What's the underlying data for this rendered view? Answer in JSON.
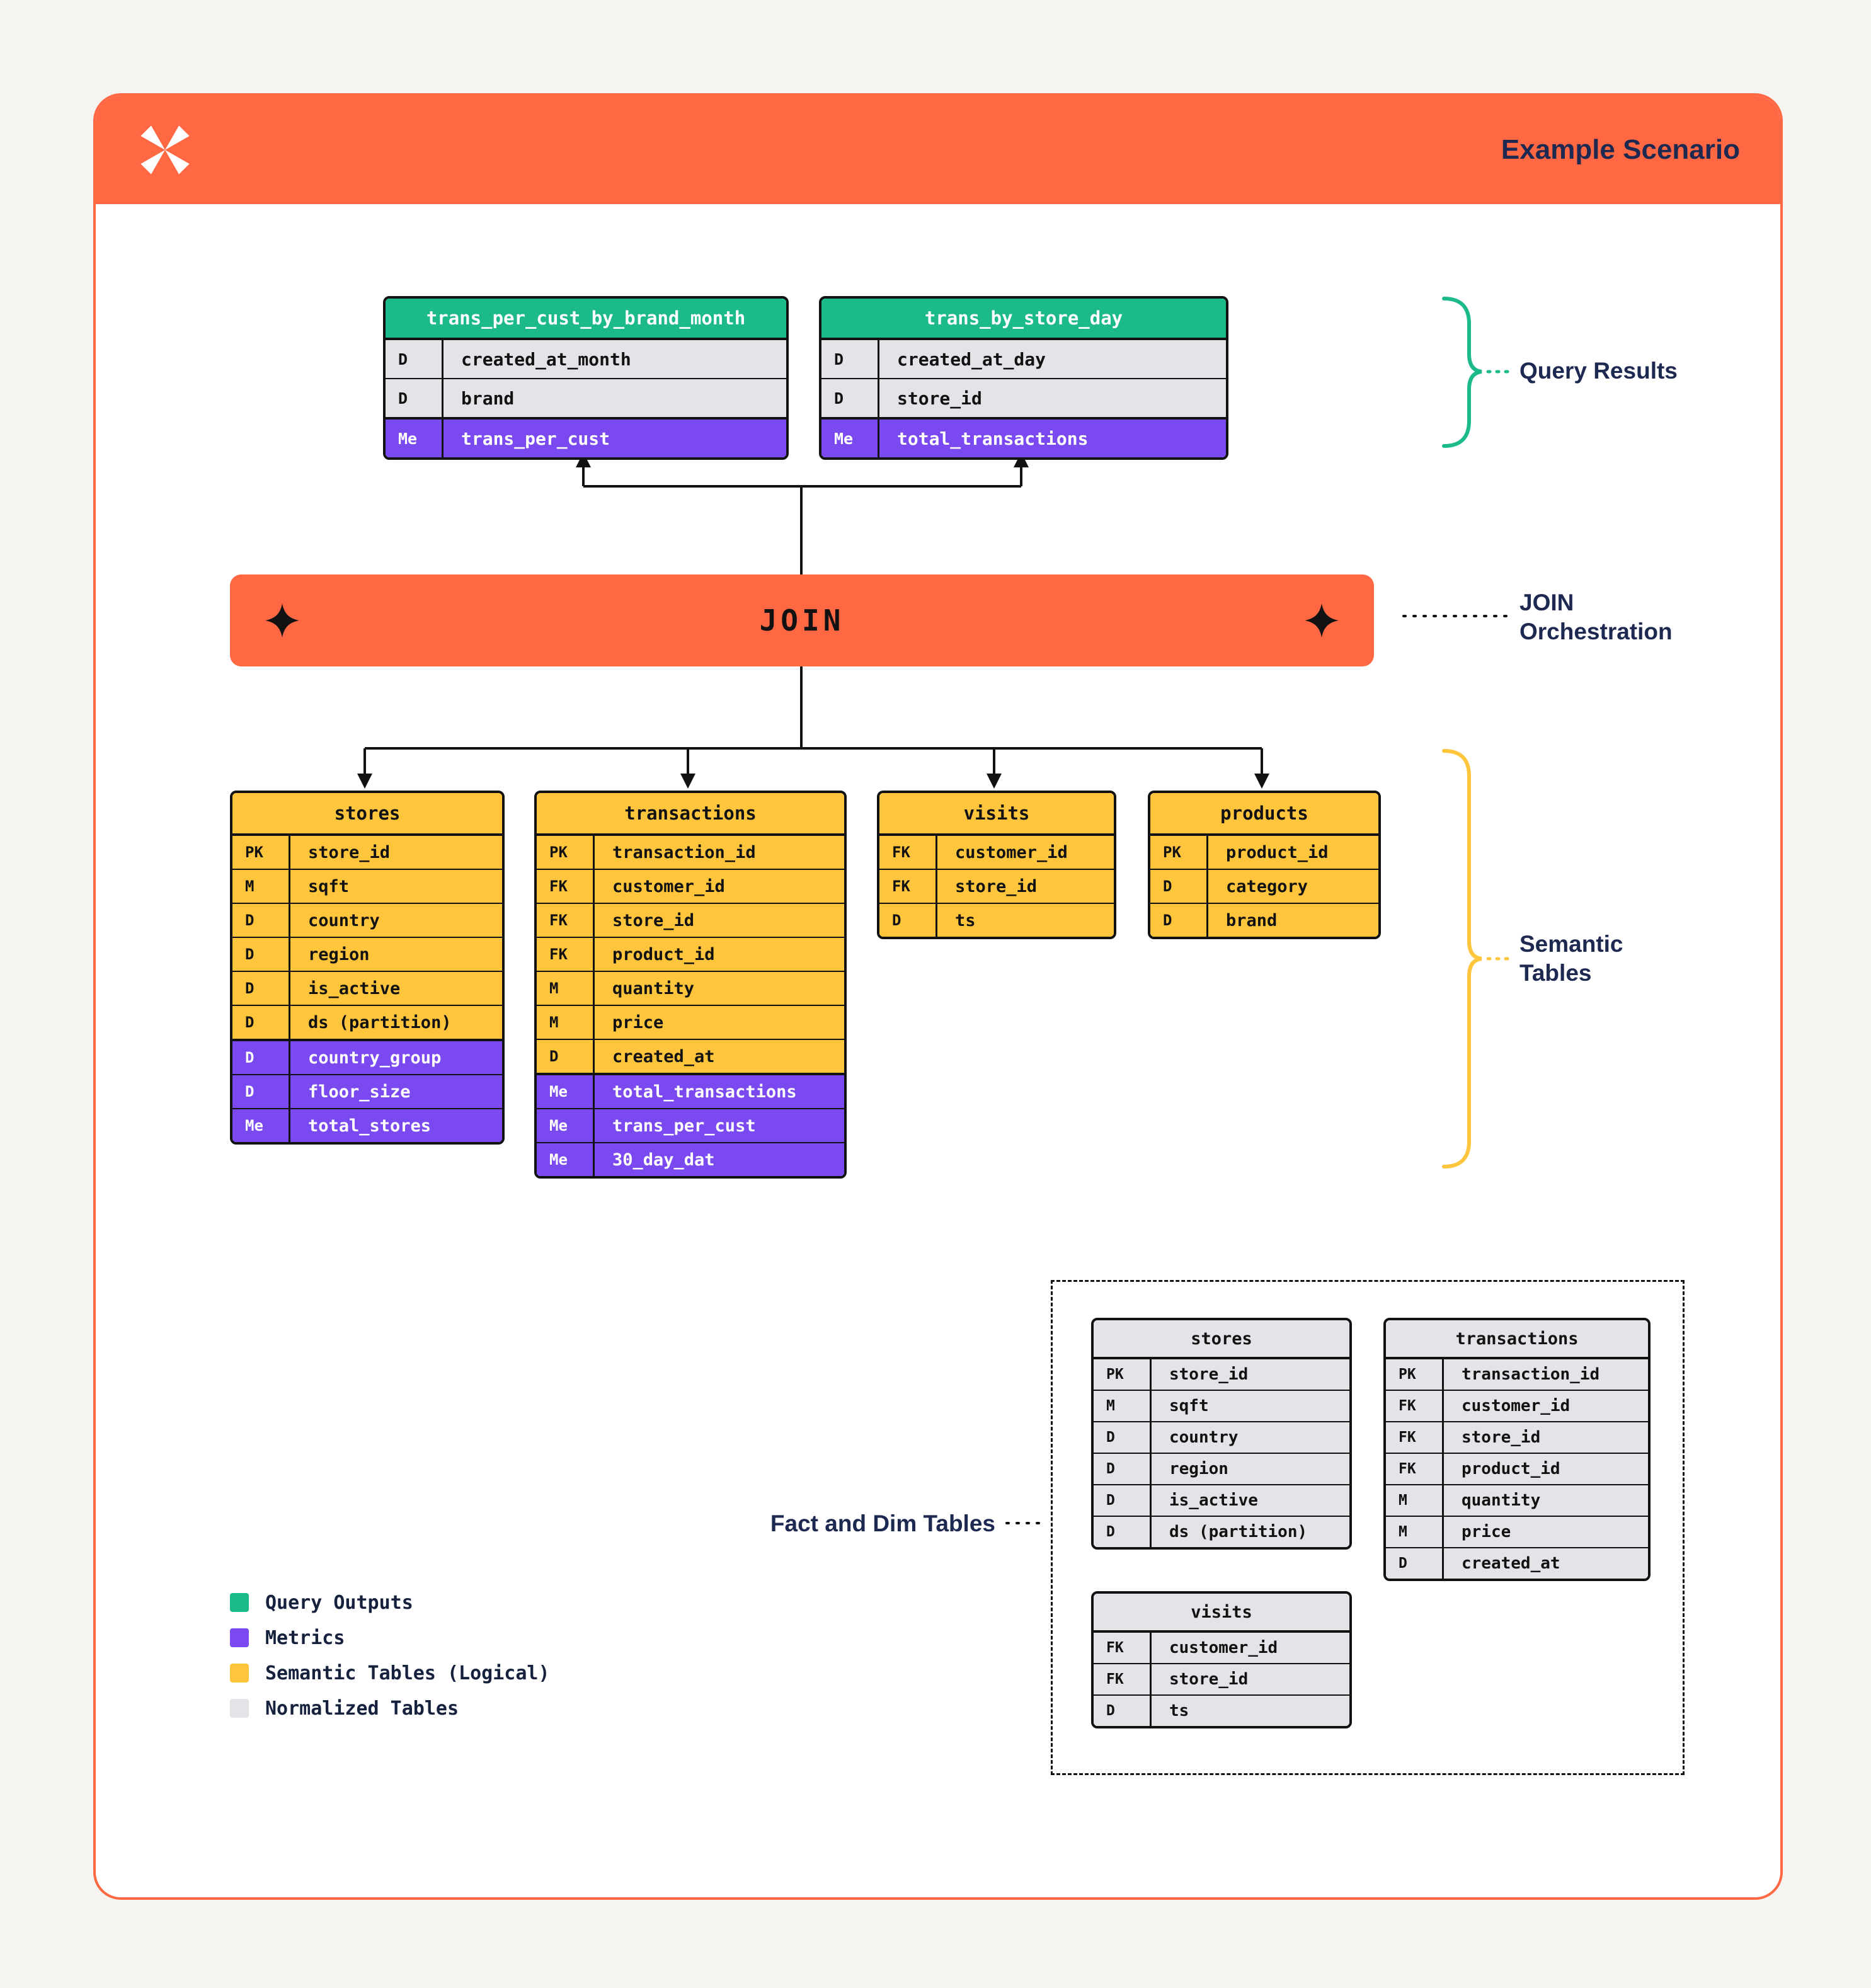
{
  "header": {
    "title": "Example Scenario"
  },
  "join_bar": {
    "label": "JOIN"
  },
  "annotations": {
    "query_results": "Query Results",
    "join_orchestration": [
      "JOIN",
      "Orchestration"
    ],
    "semantic_tables": [
      "Semantic",
      "Tables"
    ],
    "fact_and_dim": "Fact and Dim Tables"
  },
  "query_tables": [
    {
      "title": "trans_per_cust_by_brand_month",
      "header": "green",
      "rows": [
        {
          "key": "D",
          "field": "created_at_month",
          "variant": "gray"
        },
        {
          "key": "D",
          "field": "brand",
          "variant": "gray"
        },
        {
          "key": "Me",
          "field": "trans_per_cust",
          "variant": "purple"
        }
      ]
    },
    {
      "title": "trans_by_store_day",
      "header": "green",
      "rows": [
        {
          "key": "D",
          "field": "created_at_day",
          "variant": "gray"
        },
        {
          "key": "D",
          "field": "store_id",
          "variant": "gray"
        },
        {
          "key": "Me",
          "field": "total_transactions",
          "variant": "purple"
        }
      ]
    }
  ],
  "semantic_tables": [
    {
      "title": "stores",
      "header": "yellow",
      "rows": [
        {
          "key": "PK",
          "field": "store_id",
          "variant": "yellow"
        },
        {
          "key": "M",
          "field": "sqft",
          "variant": "yellow"
        },
        {
          "key": "D",
          "field": "country",
          "variant": "yellow"
        },
        {
          "key": "D",
          "field": "region",
          "variant": "yellow"
        },
        {
          "key": "D",
          "field": "is_active",
          "variant": "yellow"
        },
        {
          "key": "D",
          "field": "ds (partition)",
          "variant": "yellow"
        },
        {
          "key": "D",
          "field": "country_group",
          "variant": "purple"
        },
        {
          "key": "D",
          "field": "floor_size",
          "variant": "purple"
        },
        {
          "key": "Me",
          "field": "total_stores",
          "variant": "purple"
        }
      ]
    },
    {
      "title": "transactions",
      "header": "yellow",
      "rows": [
        {
          "key": "PK",
          "field": "transaction_id",
          "variant": "yellow"
        },
        {
          "key": "FK",
          "field": "customer_id",
          "variant": "yellow"
        },
        {
          "key": "FK",
          "field": "store_id",
          "variant": "yellow"
        },
        {
          "key": "FK",
          "field": "product_id",
          "variant": "yellow"
        },
        {
          "key": "M",
          "field": "quantity",
          "variant": "yellow"
        },
        {
          "key": "M",
          "field": "price",
          "variant": "yellow"
        },
        {
          "key": "D",
          "field": "created_at",
          "variant": "yellow"
        },
        {
          "key": "Me",
          "field": "total_transactions",
          "variant": "purple"
        },
        {
          "key": "Me",
          "field": "trans_per_cust",
          "variant": "purple"
        },
        {
          "key": "Me",
          "field": "30_day_dat",
          "variant": "purple"
        }
      ]
    },
    {
      "title": "visits",
      "header": "yellow",
      "rows": [
        {
          "key": "FK",
          "field": "customer_id",
          "variant": "yellow"
        },
        {
          "key": "FK",
          "field": "store_id",
          "variant": "yellow"
        },
        {
          "key": "D",
          "field": "ts",
          "variant": "yellow"
        }
      ]
    },
    {
      "title": "products",
      "header": "yellow",
      "rows": [
        {
          "key": "PK",
          "field": "product_id",
          "variant": "yellow"
        },
        {
          "key": "D",
          "field": "category",
          "variant": "yellow"
        },
        {
          "key": "D",
          "field": "brand",
          "variant": "yellow"
        }
      ]
    }
  ],
  "normalized_tables": [
    {
      "title": "stores",
      "header": "gray",
      "rows": [
        {
          "key": "PK",
          "field": "store_id",
          "variant": "gray"
        },
        {
          "key": "M",
          "field": "sqft",
          "variant": "gray"
        },
        {
          "key": "D",
          "field": "country",
          "variant": "gray"
        },
        {
          "key": "D",
          "field": "region",
          "variant": "gray"
        },
        {
          "key": "D",
          "field": "is_active",
          "variant": "gray"
        },
        {
          "key": "D",
          "field": "ds (partition)",
          "variant": "gray"
        }
      ]
    },
    {
      "title": "transactions",
      "header": "gray",
      "rows": [
        {
          "key": "PK",
          "field": "transaction_id",
          "variant": "gray"
        },
        {
          "key": "FK",
          "field": "customer_id",
          "variant": "gray"
        },
        {
          "key": "FK",
          "field": "store_id",
          "variant": "gray"
        },
        {
          "key": "FK",
          "field": "product_id",
          "variant": "gray"
        },
        {
          "key": "M",
          "field": "quantity",
          "variant": "gray"
        },
        {
          "key": "M",
          "field": "price",
          "variant": "gray"
        },
        {
          "key": "D",
          "field": "created_at",
          "variant": "gray"
        }
      ]
    },
    {
      "title": "visits",
      "header": "gray",
      "rows": [
        {
          "key": "FK",
          "field": "customer_id",
          "variant": "gray"
        },
        {
          "key": "FK",
          "field": "store_id",
          "variant": "gray"
        },
        {
          "key": "D",
          "field": "ts",
          "variant": "gray"
        }
      ]
    }
  ],
  "legend": {
    "items": [
      {
        "label": "Query Outputs",
        "swatch": "green",
        "color": "#1CB98A"
      },
      {
        "label": "Metrics",
        "swatch": "purple",
        "color": "#7A4AF0"
      },
      {
        "label": "Semantic Tables (Logical)",
        "swatch": "yellow",
        "color": "#FFC53D"
      },
      {
        "label": "Normalized Tables",
        "swatch": "gray",
        "color": "#E2E4E8"
      }
    ]
  },
  "colors": {
    "orange": "#FF6843",
    "green": "#1CB98A",
    "purple": "#7A4AF0",
    "yellow": "#FFC53D",
    "gray_row": "#E2E4E8",
    "label_navy": "#1E2952",
    "line_black": "#121212"
  }
}
